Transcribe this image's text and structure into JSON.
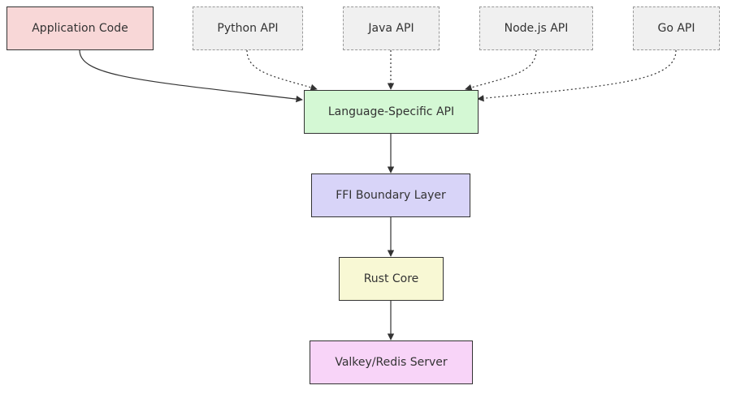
{
  "nodes": {
    "application_code": {
      "label": "Application Code",
      "fill": "#f8d7d7"
    },
    "python_api": {
      "label": "Python API",
      "fill": "#f0f0f0"
    },
    "java_api": {
      "label": "Java API",
      "fill": "#f0f0f0"
    },
    "nodejs_api": {
      "label": "Node.js API",
      "fill": "#f0f0f0"
    },
    "go_api": {
      "label": "Go API",
      "fill": "#f0f0f0"
    },
    "language_specific_api": {
      "label": "Language-Specific API",
      "fill": "#d4f8d4"
    },
    "ffi_boundary_layer": {
      "label": "FFI Boundary Layer",
      "fill": "#d8d4f8"
    },
    "rust_core": {
      "label": "Rust Core",
      "fill": "#f8f8d4"
    },
    "valkey_redis_server": {
      "label": "Valkey/Redis Server",
      "fill": "#f8d4f8"
    }
  },
  "edges": [
    {
      "from": "Application Code",
      "to": "Language-Specific API",
      "style": "solid"
    },
    {
      "from": "Python API",
      "to": "Language-Specific API",
      "style": "dotted"
    },
    {
      "from": "Java API",
      "to": "Language-Specific API",
      "style": "dotted"
    },
    {
      "from": "Node.js API",
      "to": "Language-Specific API",
      "style": "dotted"
    },
    {
      "from": "Go API",
      "to": "Language-Specific API",
      "style": "dotted"
    },
    {
      "from": "Language-Specific API",
      "to": "FFI Boundary Layer",
      "style": "solid"
    },
    {
      "from": "FFI Boundary Layer",
      "to": "Rust Core",
      "style": "solid"
    },
    {
      "from": "Rust Core",
      "to": "Valkey/Redis Server",
      "style": "solid"
    }
  ]
}
